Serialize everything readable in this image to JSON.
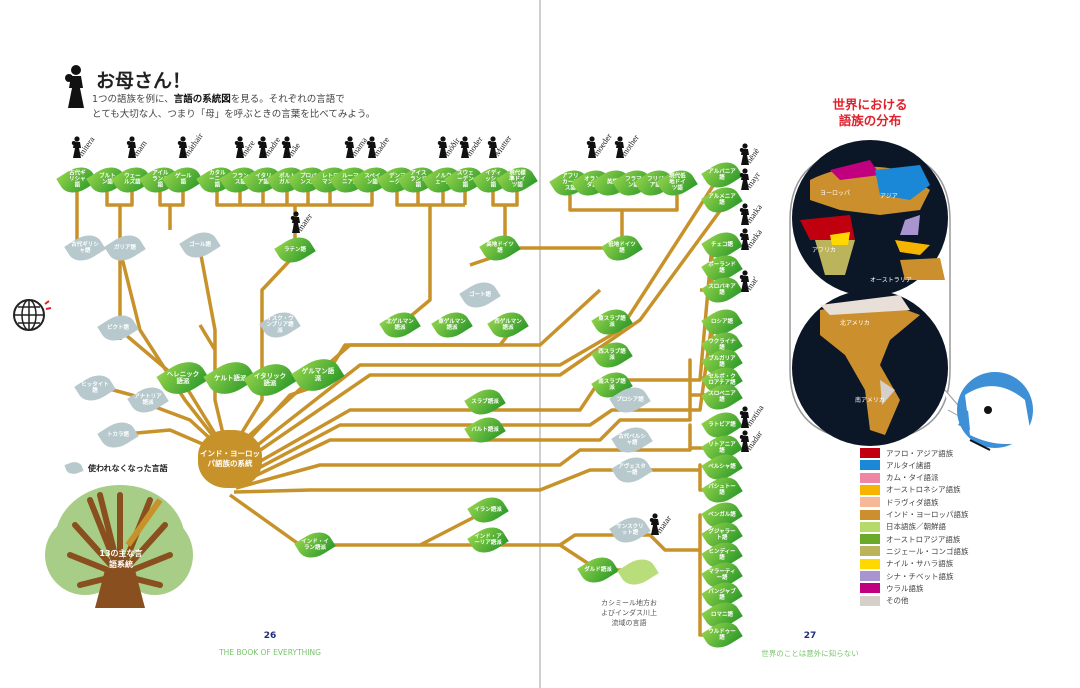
{
  "header": {
    "title": "お母さん！",
    "intro_line1_a": "1つの語族を例に、",
    "intro_line1_b": "言語の系統図",
    "intro_line1_c": "を見る。それぞれの言語で",
    "intro_line2": "とても大切な人、つまり「母」を呼ぶときの言葉を比べてみよう。"
  },
  "hub": {
    "label": "インド・ヨーロッパ語族の系統"
  },
  "legend_dead": "使われなくなった言語",
  "tree_label": "13の主な言語系統",
  "kashmir_caption": "カシミール地方およびインダス川上流域の言語",
  "leaves": [
    {
      "label": "古代ギリシャ語",
      "type": "green"
    },
    {
      "label": "ブルトン語",
      "type": "green"
    },
    {
      "label": "ウェールズ語",
      "type": "green"
    },
    {
      "label": "アイルランド語",
      "type": "green"
    },
    {
      "label": "ゲール語",
      "type": "green"
    },
    {
      "label": "カタルーニャ語",
      "type": "green"
    },
    {
      "label": "フランス語",
      "type": "green"
    },
    {
      "label": "イタリア語",
      "type": "green"
    },
    {
      "label": "ポルトガル語",
      "type": "green"
    },
    {
      "label": "プロバンス語",
      "type": "green"
    },
    {
      "label": "レトロマン語",
      "type": "green"
    },
    {
      "label": "ルーマニア語",
      "type": "green"
    },
    {
      "label": "スペイン語",
      "type": "green"
    },
    {
      "label": "デンマーク語",
      "type": "green"
    },
    {
      "label": "アイスランド語",
      "type": "green"
    },
    {
      "label": "ノルウェー語",
      "type": "green"
    },
    {
      "label": "スウェーデン語",
      "type": "green"
    },
    {
      "label": "イディッシュ語",
      "type": "green"
    },
    {
      "label": "現代標準ドイツ語",
      "type": "green"
    },
    {
      "label": "アフリカーンス語",
      "type": "green"
    },
    {
      "label": "オランダ語",
      "type": "green"
    },
    {
      "label": "英語",
      "type": "green"
    },
    {
      "label": "フラマン語",
      "type": "green"
    },
    {
      "label": "フリジア語",
      "type": "green"
    },
    {
      "label": "現代低地ドイツ語",
      "type": "green"
    },
    {
      "label": "アルバニア語",
      "type": "green"
    },
    {
      "label": "アルメニア語",
      "type": "green"
    },
    {
      "label": "チェコ語",
      "type": "green"
    },
    {
      "label": "ポーランド語",
      "type": "green"
    },
    {
      "label": "スロバキア語",
      "type": "green"
    },
    {
      "label": "ロシア語",
      "type": "green"
    },
    {
      "label": "ウクライナ語",
      "type": "green"
    },
    {
      "label": "ブルガリア語",
      "type": "green"
    },
    {
      "label": "セルボ・クロアチア語",
      "type": "green"
    },
    {
      "label": "スロベニア語",
      "type": "green"
    },
    {
      "label": "ラトビア語",
      "type": "green"
    },
    {
      "label": "リトアニア語",
      "type": "green"
    },
    {
      "label": "ペルシャ語",
      "type": "green"
    },
    {
      "label": "パシュトー語",
      "type": "green"
    },
    {
      "label": "ベンガル語",
      "type": "green"
    },
    {
      "label": "グジャラート語",
      "type": "green"
    },
    {
      "label": "ヒンディー語",
      "type": "green"
    },
    {
      "label": "マラーティー語",
      "type": "green"
    },
    {
      "label": "パンジャブ語",
      "type": "green"
    },
    {
      "label": "ロマニ語",
      "type": "green"
    },
    {
      "label": "ウルドゥー語",
      "type": "green"
    },
    {
      "label": "ラテン語",
      "type": "green"
    },
    {
      "label": "高地ドイツ語",
      "type": "green"
    },
    {
      "label": "低地ドイツ語",
      "type": "green"
    },
    {
      "label": "北ゲルマン語派",
      "type": "green"
    },
    {
      "label": "東ゲルマン語派",
      "type": "green"
    },
    {
      "label": "西ゲルマン語派",
      "type": "green"
    },
    {
      "label": "東スラブ語派",
      "type": "green"
    },
    {
      "label": "西スラブ語派",
      "type": "green"
    },
    {
      "label": "南スラブ語派",
      "type": "green"
    },
    {
      "label": "スラブ語派",
      "type": "green"
    },
    {
      "label": "バルト語派",
      "type": "green"
    },
    {
      "label": "イラン語派",
      "type": "green"
    },
    {
      "label": "インド・アーリア語派",
      "type": "green"
    },
    {
      "label": "インド・イラン語派",
      "type": "green"
    },
    {
      "label": "ダルド語派",
      "type": "green"
    },
    {
      "label": "ヘレニック語派",
      "type": "green-big"
    },
    {
      "label": "ケルト語派",
      "type": "green-big"
    },
    {
      "label": "イタリック語派",
      "type": "green-big"
    },
    {
      "label": "ゲルマン語派",
      "type": "green-big"
    },
    {
      "label": "古代ギリシャ語",
      "type": "dead"
    },
    {
      "label": "ガリア語",
      "type": "dead"
    },
    {
      "label": "ゴール語",
      "type": "dead"
    },
    {
      "label": "ゴート語",
      "type": "dead"
    },
    {
      "label": "オスク・ウンブリア語派",
      "type": "dead"
    },
    {
      "label": "ピクト語",
      "type": "dead"
    },
    {
      "label": "ヒッタイト語",
      "type": "dead"
    },
    {
      "label": "アナトリア語派",
      "type": "dead"
    },
    {
      "label": "トカラ語",
      "type": "dead"
    },
    {
      "label": "プロシア語",
      "type": "dead"
    },
    {
      "label": "古代ペルシャ語",
      "type": "dead"
    },
    {
      "label": "アヴェスター語",
      "type": "dead"
    },
    {
      "label": "サンスクリット語",
      "type": "dead"
    },
    {
      "label": "",
      "type": "light"
    }
  ],
  "words": [
    "mitera",
    "mam",
    "máthair",
    "mère",
    "madre",
    "mãe",
    "mama",
    "madre",
    "móðir",
    "moder",
    "Mutter",
    "moeder",
    "mother",
    "mater",
    "nënë",
    "mayr",
    "matka",
    "matka",
    "mat'",
    "motina",
    "madar",
    "matar"
  ],
  "map": {
    "title_line1": "世界における",
    "title_line2": "語族の分布",
    "labels": [
      "ヨーロッパ",
      "アジア",
      "アフリカ",
      "オーストラリア",
      "北アメリカ",
      "南アメリカ"
    ]
  },
  "legend": [
    {
      "label": "アフロ・アジア語族",
      "color": "#c0000e"
    },
    {
      "label": "アルタイ諸語",
      "color": "#1a88d6"
    },
    {
      "label": "カム・タイ語派",
      "color": "#ee87a5"
    },
    {
      "label": "オーストロネシア語族",
      "color": "#f5b400"
    },
    {
      "label": "ドラヴィダ語族",
      "color": "#f6b896"
    },
    {
      "label": "インド・ヨーロッパ語族",
      "color": "#cc8f2e"
    },
    {
      "label": "日本語族／朝鮮語",
      "color": "#b5d96a"
    },
    {
      "label": "オーストロアジア語族",
      "color": "#6aa92a"
    },
    {
      "label": "ニジェール・コンゴ語族",
      "color": "#bcb45c"
    },
    {
      "label": "ナイル・サハラ語族",
      "color": "#ffd800"
    },
    {
      "label": "シナ・チベット語族",
      "color": "#a894cf"
    },
    {
      "label": "ウラル語族",
      "color": "#c0007f"
    },
    {
      "label": "その他",
      "color": "#d6d0ca"
    }
  ],
  "footer": {
    "left_page": "26",
    "left_title": "THE BOOK OF EVERYTHING",
    "right_page": "27",
    "right_title": "世界のことは意外に知らない"
  }
}
